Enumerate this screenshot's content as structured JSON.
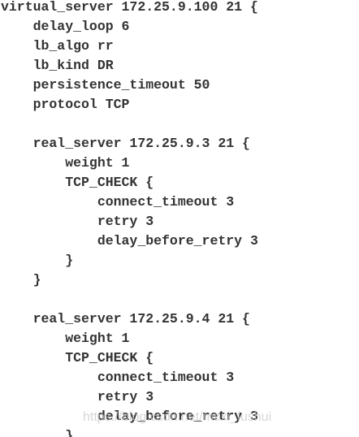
{
  "code_lines": [
    "virtual_server 172.25.9.100 21 {",
    "    delay_loop 6",
    "    lb_algo rr",
    "    lb_kind DR",
    "    persistence_timeout 50",
    "    protocol TCP",
    "",
    "    real_server 172.25.9.3 21 {",
    "        weight 1",
    "        TCP_CHECK {",
    "            connect_timeout 3",
    "            retry 3",
    "            delay_before_retry 3",
    "        }",
    "    }",
    "",
    "    real_server 172.25.9.4 21 {",
    "        weight 1",
    "        TCP_CHECK {",
    "            connect_timeout 3",
    "            retry 3",
    "            delay_before_retry 3",
    "        }"
  ],
  "watermark": "https://blog.csdn.net/moxi_lushui"
}
